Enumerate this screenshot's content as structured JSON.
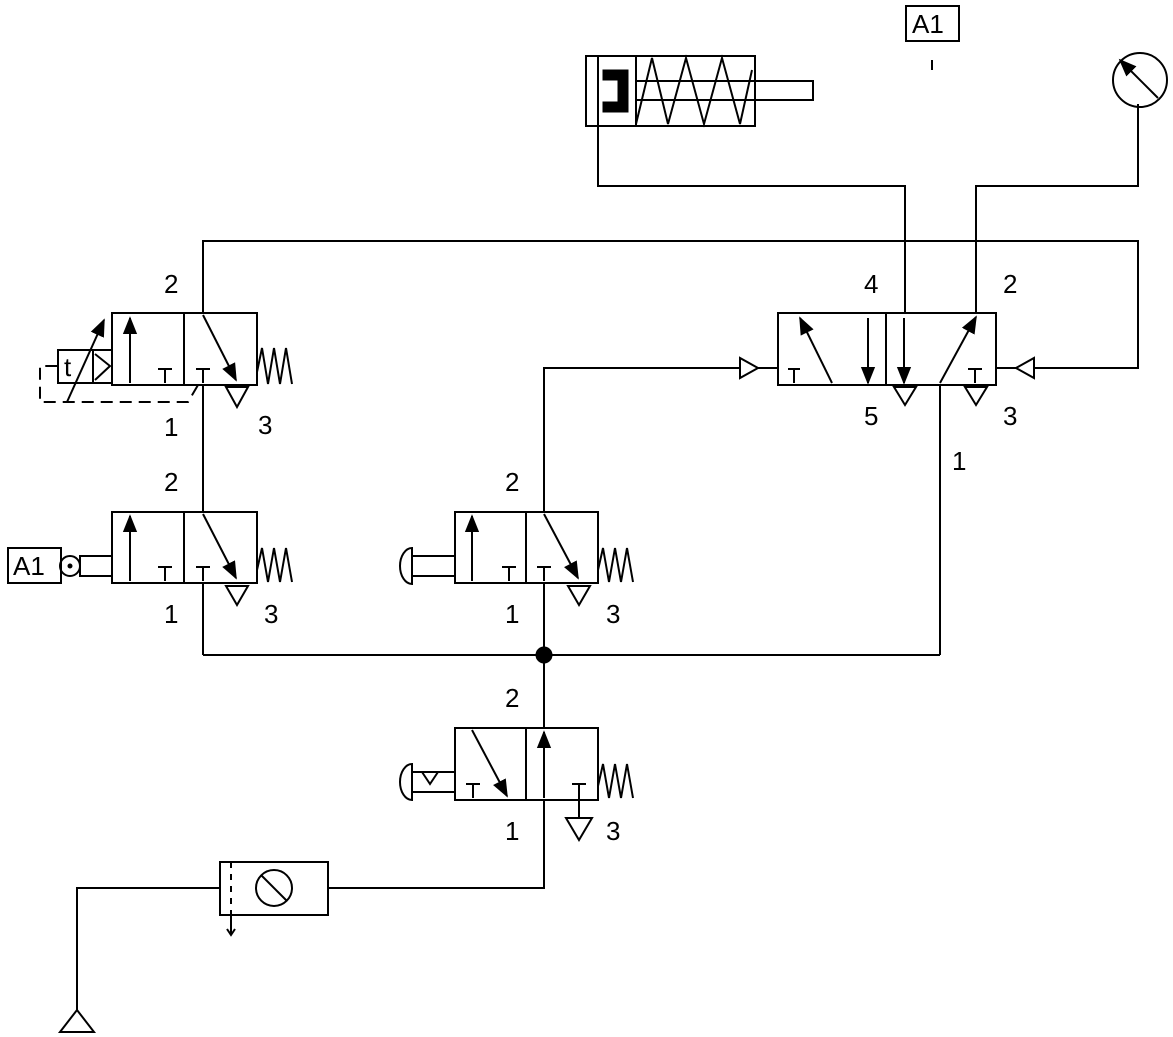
{
  "diagram": {
    "sensor_tag_top": "A1",
    "sensor_tag_left": "A1",
    "timer_label": "t",
    "ports": {
      "v_timer": {
        "p2": "2",
        "p1": "1",
        "p3": "3"
      },
      "v_roller": {
        "p2": "2",
        "p1": "1",
        "p3": "3"
      },
      "v_push_mid": {
        "p2": "2",
        "p1": "1",
        "p3": "3"
      },
      "v_push_start": {
        "p2": "2",
        "p1": "1",
        "p3": "3"
      },
      "v_main": {
        "p4": "4",
        "p2": "2",
        "p5": "5",
        "p3": "3",
        "p1": "1"
      }
    }
  }
}
